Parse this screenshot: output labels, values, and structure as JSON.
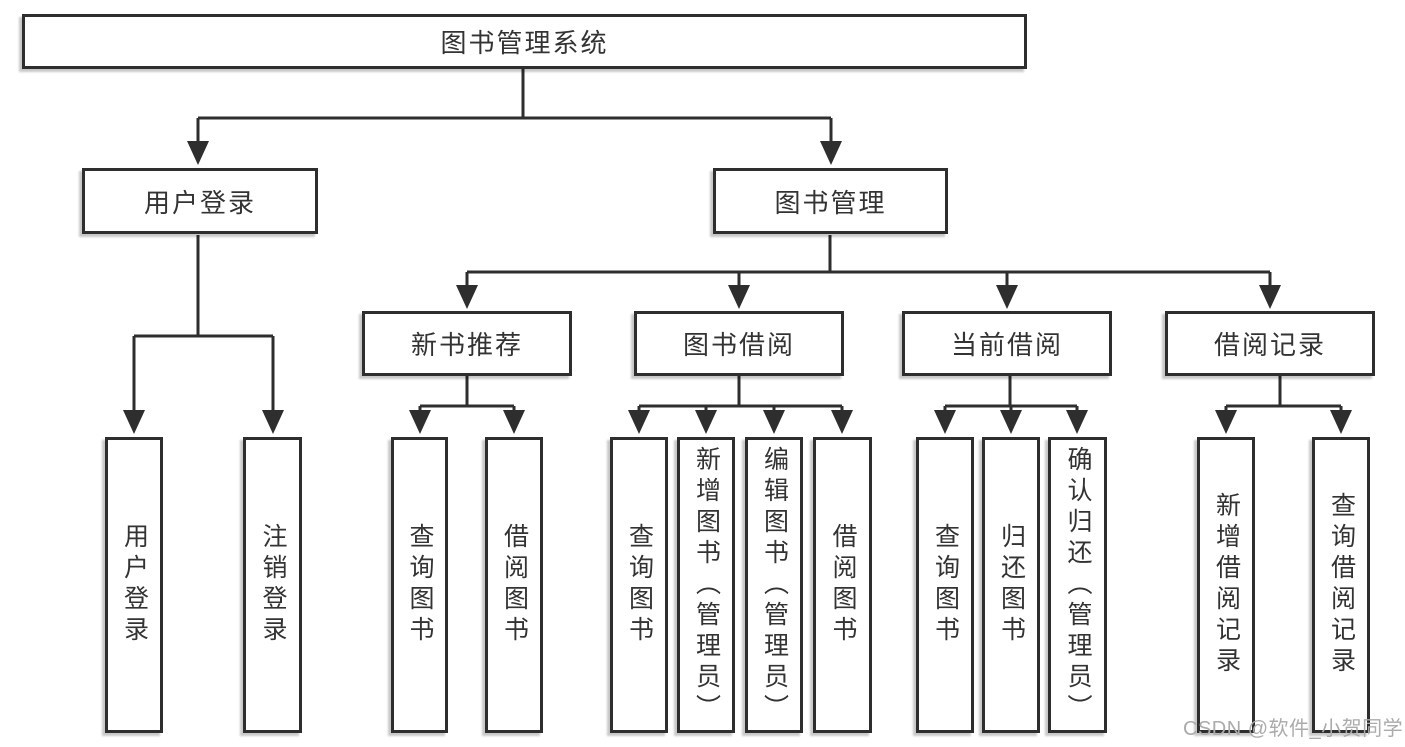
{
  "diagram_title": "图书管理系统",
  "nodes": {
    "root": {
      "label": "图书管理系统"
    },
    "user_login": {
      "label": "用户登录"
    },
    "book_mgmt": {
      "label": "图书管理"
    },
    "new_books": {
      "label": "新书推荐"
    },
    "book_borrow": {
      "label": "图书借阅"
    },
    "current_borrow": {
      "label": "当前借阅"
    },
    "borrow_records": {
      "label": "借阅记录"
    },
    "leaf_user_login": {
      "label": "用户登录"
    },
    "leaf_logout": {
      "label": "注销登录"
    },
    "leaf_nb_query": {
      "label": "查询图书"
    },
    "leaf_nb_borrow": {
      "label": "借阅图书"
    },
    "leaf_bb_query": {
      "label": "查询图书"
    },
    "leaf_bb_add": {
      "label": "新增图书（管理员）"
    },
    "leaf_bb_edit": {
      "label": "编辑图书（管理员）"
    },
    "leaf_bb_borrow": {
      "label": "借阅图书"
    },
    "leaf_cb_query": {
      "label": "查询图书"
    },
    "leaf_cb_return": {
      "label": "归还图书"
    },
    "leaf_cb_confirm": {
      "label": "确认归还（管理员）"
    },
    "leaf_br_add": {
      "label": "新增借阅记录"
    },
    "leaf_br_query": {
      "label": "查询借阅记录"
    }
  },
  "hierarchy": {
    "图书管理系统": {
      "用户登录": [
        "用户登录",
        "注销登录"
      ],
      "图书管理": {
        "新书推荐": [
          "查询图书",
          "借阅图书"
        ],
        "图书借阅": [
          "查询图书",
          "新增图书（管理员）",
          "编辑图书（管理员）",
          "借阅图书"
        ],
        "当前借阅": [
          "查询图书",
          "归还图书",
          "确认归还（管理员）"
        ],
        "借阅记录": [
          "新增借阅记录",
          "查询借阅记录"
        ]
      }
    }
  },
  "watermark": {
    "text": "CSDN @软件_小贺同学"
  },
  "colors": {
    "line": "#2e2e2e",
    "border": "#2e2e2e",
    "text": "#333333",
    "watermark": "#ababab",
    "background": "#ffffff"
  }
}
